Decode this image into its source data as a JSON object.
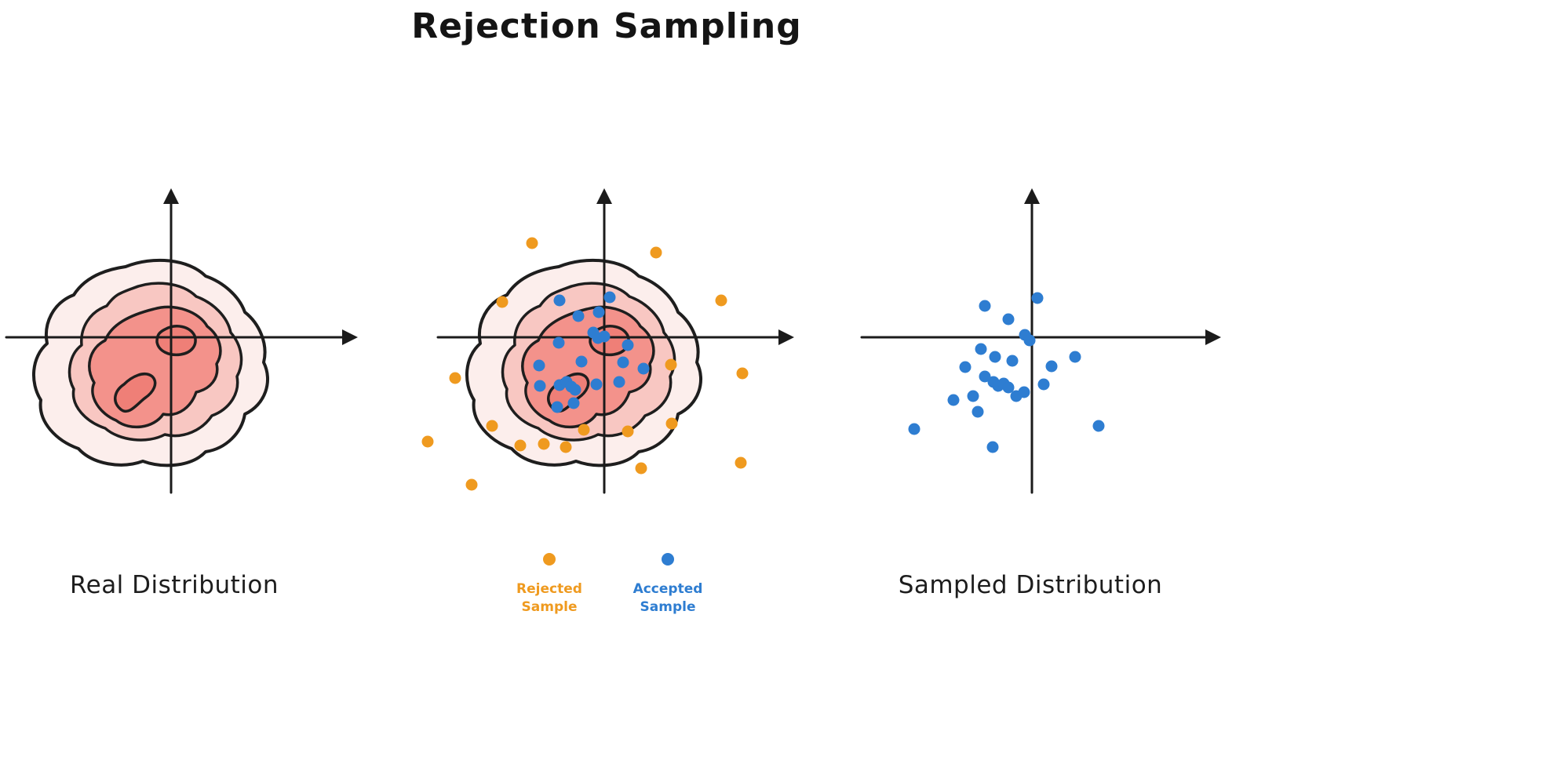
{
  "title": "Rejection Sampling",
  "colors": {
    "axis": "#1b1b1b",
    "contour_outline": "#1e1e1e",
    "contour_levels": [
      "#fceeec",
      "#f8c7c2",
      "#f3928b",
      "#ef7f77"
    ],
    "rejected": "#ef9a1f",
    "accepted": "#2e7dd1"
  },
  "panels": {
    "left": {
      "caption": "Real Distribution"
    },
    "middle": {
      "legend": {
        "rejected_label": "Rejected Sample",
        "accepted_label": "Accepted Sample"
      }
    },
    "right": {
      "caption": "Sampled Distribution"
    }
  },
  "chart_data": {
    "type": "scatter",
    "title": "Rejection Sampling",
    "coordinate_space": "pixel coordinates on 1979x997 canvas; axis origins at (218,430) left, (770,430) middle, (1315,430) right; no numeric tick labels shown",
    "dot_radius": 7.5,
    "middle_panel": {
      "rejected_points": [
        [
          678,
          310
        ],
        [
          836,
          322
        ],
        [
          640,
          385
        ],
        [
          919,
          383
        ],
        [
          580,
          482
        ],
        [
          855,
          465
        ],
        [
          946,
          476
        ],
        [
          627,
          543
        ],
        [
          663,
          568
        ],
        [
          693,
          566
        ],
        [
          721,
          570
        ],
        [
          744,
          548
        ],
        [
          800,
          550
        ],
        [
          856,
          540
        ],
        [
          545,
          563
        ],
        [
          817,
          597
        ],
        [
          944,
          590
        ],
        [
          601,
          618
        ]
      ],
      "accepted_points": [
        [
          713,
          383
        ],
        [
          777,
          379
        ],
        [
          737,
          403
        ],
        [
          763,
          398
        ],
        [
          712,
          437
        ],
        [
          756,
          424
        ],
        [
          762,
          431
        ],
        [
          770,
          429
        ],
        [
          800,
          440
        ],
        [
          687,
          466
        ],
        [
          741,
          461
        ],
        [
          794,
          462
        ],
        [
          820,
          470
        ],
        [
          688,
          492
        ],
        [
          713,
          491
        ],
        [
          722,
          487
        ],
        [
          728,
          493
        ],
        [
          733,
          497
        ],
        [
          760,
          490
        ],
        [
          789,
          487
        ],
        [
          710,
          519
        ],
        [
          731,
          514
        ]
      ]
    },
    "right_panel": {
      "accepted_points": [
        [
          1255,
          390
        ],
        [
          1322,
          380
        ],
        [
          1285,
          407
        ],
        [
          1306,
          427
        ],
        [
          1312,
          434
        ],
        [
          1250,
          445
        ],
        [
          1268,
          455
        ],
        [
          1290,
          460
        ],
        [
          1230,
          468
        ],
        [
          1340,
          467
        ],
        [
          1370,
          455
        ],
        [
          1255,
          480
        ],
        [
          1266,
          487
        ],
        [
          1272,
          492
        ],
        [
          1279,
          489
        ],
        [
          1285,
          494
        ],
        [
          1295,
          505
        ],
        [
          1240,
          505
        ],
        [
          1215,
          510
        ],
        [
          1305,
          500
        ],
        [
          1330,
          490
        ],
        [
          1246,
          525
        ],
        [
          1165,
          547
        ],
        [
          1265,
          570
        ],
        [
          1400,
          543
        ]
      ]
    }
  }
}
